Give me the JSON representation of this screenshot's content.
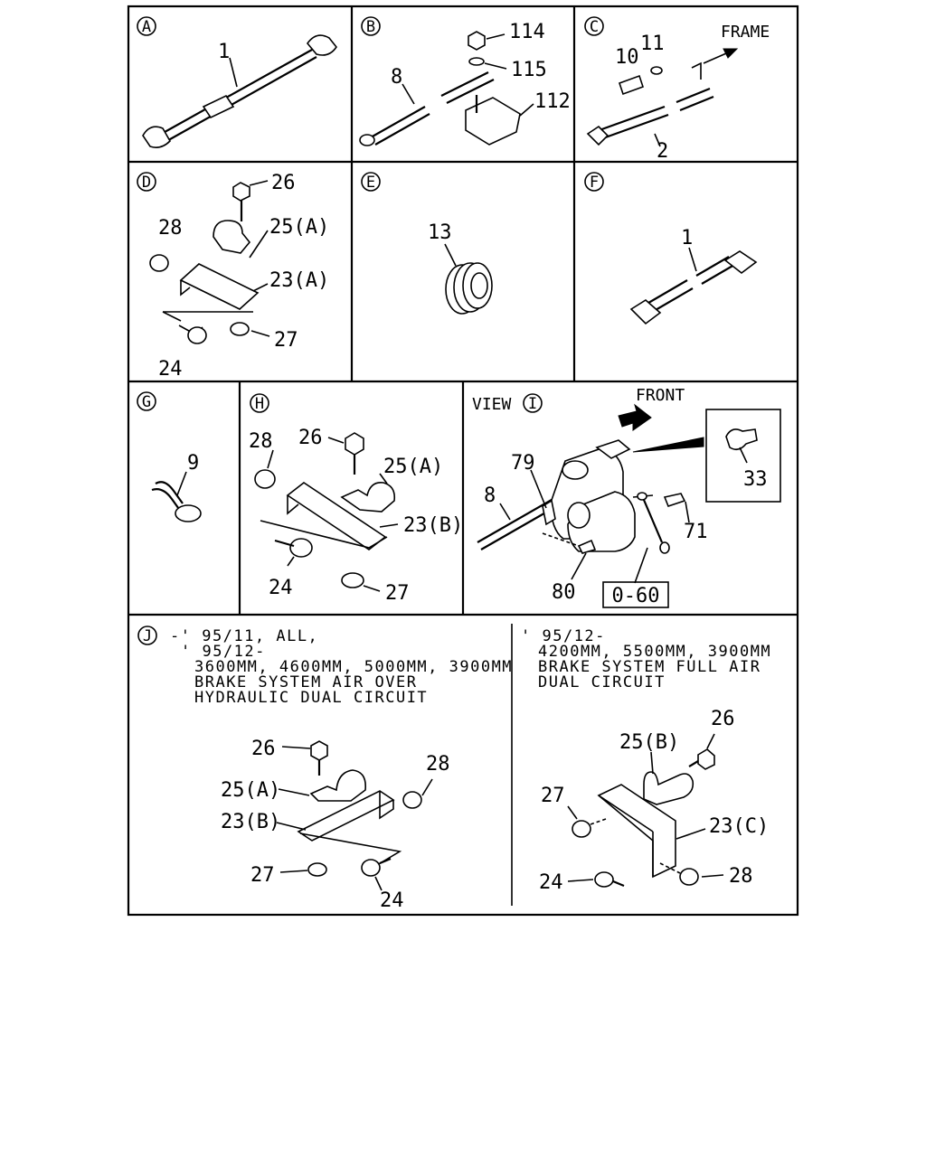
{
  "panels": {
    "A": {
      "letter": "A",
      "labels": {
        "p1": "1"
      }
    },
    "B": {
      "letter": "B",
      "labels": {
        "p114": "114",
        "p115": "115",
        "p8": "8",
        "p112": "112"
      }
    },
    "C": {
      "letter": "C",
      "labels": {
        "p10": "10",
        "p11": "11",
        "p2": "2",
        "frame": "FRAME"
      }
    },
    "D": {
      "letter": "D",
      "labels": {
        "p26": "26",
        "p28": "28",
        "p25a": "25(A)",
        "p23a": "23(A)",
        "p27": "27",
        "p24": "24"
      }
    },
    "E": {
      "letter": "E",
      "labels": {
        "p13": "13"
      }
    },
    "F": {
      "letter": "F",
      "labels": {
        "p1": "1"
      }
    },
    "G": {
      "letter": "G",
      "labels": {
        "p9": "9"
      }
    },
    "H": {
      "letter": "H",
      "labels": {
        "p28": "28",
        "p26": "26",
        "p25a": "25(A)",
        "p23b": "23(B)",
        "p24": "24",
        "p27": "27"
      }
    },
    "I": {
      "letter": "I",
      "view": "VIEW",
      "front": "FRONT",
      "labels": {
        "p79": "79",
        "p8": "8",
        "p33": "33",
        "p71": "71",
        "p80": "80",
        "ref": "0-60"
      }
    },
    "J": {
      "letter": "J",
      "left_notes": [
        "-' 95/11, ALL,",
        "' 95/12-",
        "3600MM, 4600MM, 5000MM, 3900MM",
        "BRAKE SYSTEM AIR OVER",
        "HYDRAULIC DUAL CIRCUIT"
      ],
      "right_notes": [
        "' 95/12-",
        "4200MM, 5500MM, 3900MM",
        "BRAKE SYSTEM FULL AIR",
        "DUAL CIRCUIT"
      ],
      "left_labels": {
        "p26": "26",
        "p25a": "25(A)",
        "p28": "28",
        "p23b": "23(B)",
        "p27": "27",
        "p24": "24"
      },
      "right_labels": {
        "p26": "26",
        "p25b": "25(B)",
        "p27": "27",
        "p23c": "23(C)",
        "p24": "24",
        "p28": "28"
      }
    }
  }
}
